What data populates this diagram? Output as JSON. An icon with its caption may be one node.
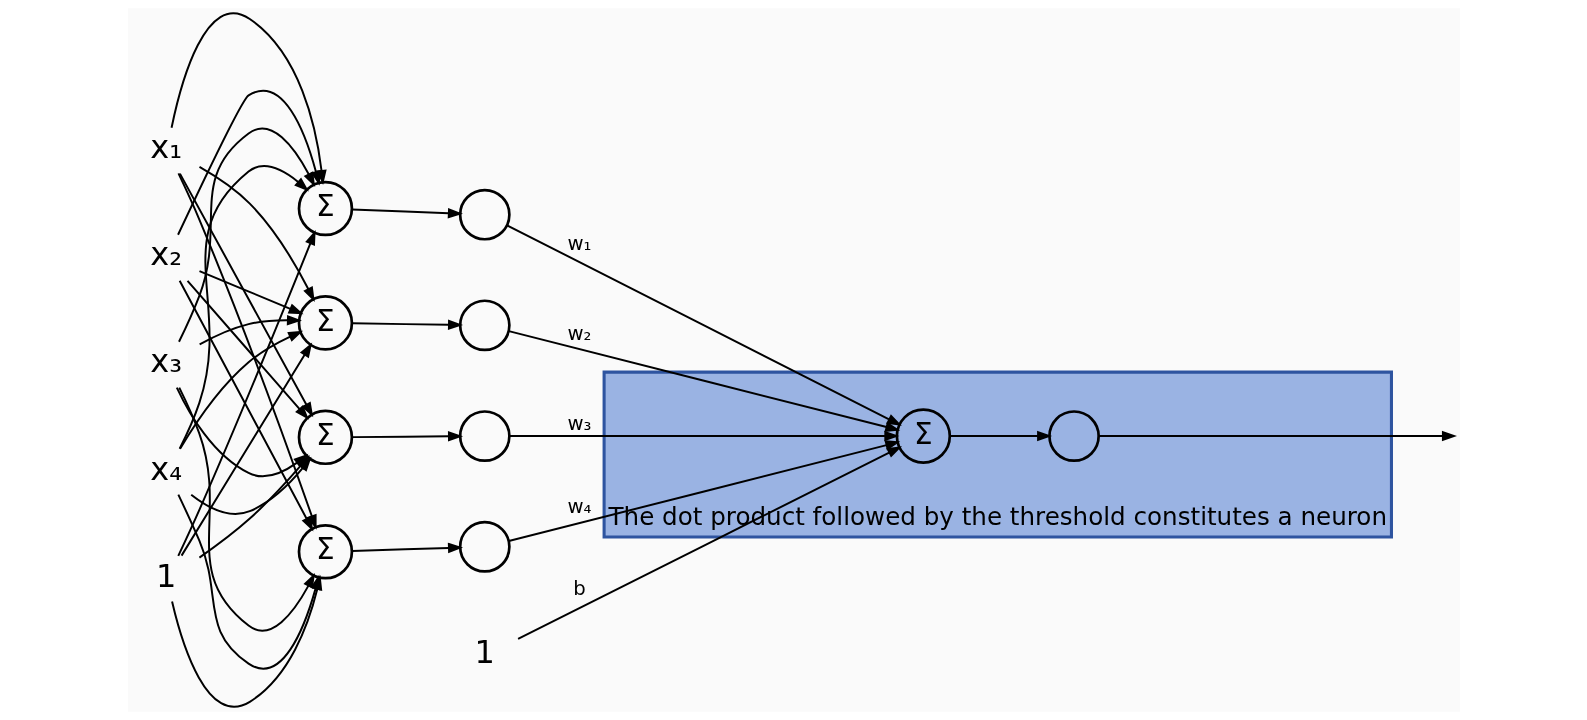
{
  "diagram": {
    "nodes": [
      {
        "text": [
          "x₁"
        ]
      },
      {
        "text": [
          "x₂"
        ]
      },
      {
        "text": [
          "x₃"
        ]
      },
      {
        "text": [
          "x₄"
        ]
      },
      {
        "text": [
          "1"
        ]
      },
      {
        "text": [
          "Σ"
        ]
      },
      {
        "text": [
          "Σ"
        ]
      },
      {
        "text": [
          "Σ"
        ]
      },
      {
        "text": [
          "Σ"
        ]
      },
      {
        "text": [],
        "shape": "circle"
      },
      {
        "text": [],
        "shape": "circle"
      },
      {
        "text": [],
        "shape": "circle"
      },
      {
        "text": [],
        "shape": "circle"
      },
      {
        "text": [
          "The dot product followed by the threshold constitutes a neuron"
        ]
      },
      {
        "text": [
          "1"
        ]
      },
      {
        "text": [
          "Σ"
        ],
        "in": 13
      },
      {
        "text": [],
        "shape": "circle",
        "in": 13
      }
    ],
    "edges": [
      {
        "from": 0,
        "to": 5,
        "arrow": "to"
      },
      {
        "from": 0,
        "to": 6,
        "arrow": "to"
      },
      {
        "from": 0,
        "to": 7,
        "arrow": "to"
      },
      {
        "from": 0,
        "to": 8,
        "arrow": "to"
      },
      {
        "from": 1,
        "to": 5,
        "arrow": "to"
      },
      {
        "from": 1,
        "to": 6,
        "arrow": "to"
      },
      {
        "from": 1,
        "to": 7,
        "arrow": "to"
      },
      {
        "from": 1,
        "to": 8,
        "arrow": "to"
      },
      {
        "from": 2,
        "to": 5,
        "arrow": "to"
      },
      {
        "from": 2,
        "to": 6,
        "arrow": "to"
      },
      {
        "from": 2,
        "to": 7,
        "arrow": "to"
      },
      {
        "from": 2,
        "to": 8,
        "arrow": "to"
      },
      {
        "from": 3,
        "to": 5,
        "arrow": "to"
      },
      {
        "from": 3,
        "to": 6,
        "arrow": "to"
      },
      {
        "from": 3,
        "to": 7,
        "arrow": "to"
      },
      {
        "from": 3,
        "to": 8,
        "arrow": "to"
      },
      {
        "from": 4,
        "to": 5,
        "arrow": "to"
      },
      {
        "from": 4,
        "to": 6,
        "arrow": "to"
      },
      {
        "from": 4,
        "to": 7,
        "arrow": "to"
      },
      {
        "from": 4,
        "to": 8,
        "arrow": "to"
      },
      {
        "from": 5,
        "to": 9,
        "arrow": "to"
      },
      {
        "from": 6,
        "to": 10,
        "arrow": "to"
      },
      {
        "from": 7,
        "to": 11,
        "arrow": "to"
      },
      {
        "from": 8,
        "to": 12,
        "arrow": "to"
      },
      {
        "from": 9,
        "to": 15,
        "arrow": "to",
        "label": "w₁"
      },
      {
        "from": 10,
        "to": 15,
        "arrow": "to",
        "label": "w₂"
      },
      {
        "from": 11,
        "to": 15,
        "arrow": "to",
        "label": "w₃"
      },
      {
        "from": 12,
        "to": 15,
        "arrow": "to",
        "label": "w₄"
      },
      {
        "from": 14,
        "to": 15,
        "arrow": "to",
        "label": "b"
      },
      {
        "from": 15,
        "to": 16,
        "arrow": "to"
      },
      {
        "from": 16,
        "to": null,
        "arrow": "to"
      }
    ]
  }
}
